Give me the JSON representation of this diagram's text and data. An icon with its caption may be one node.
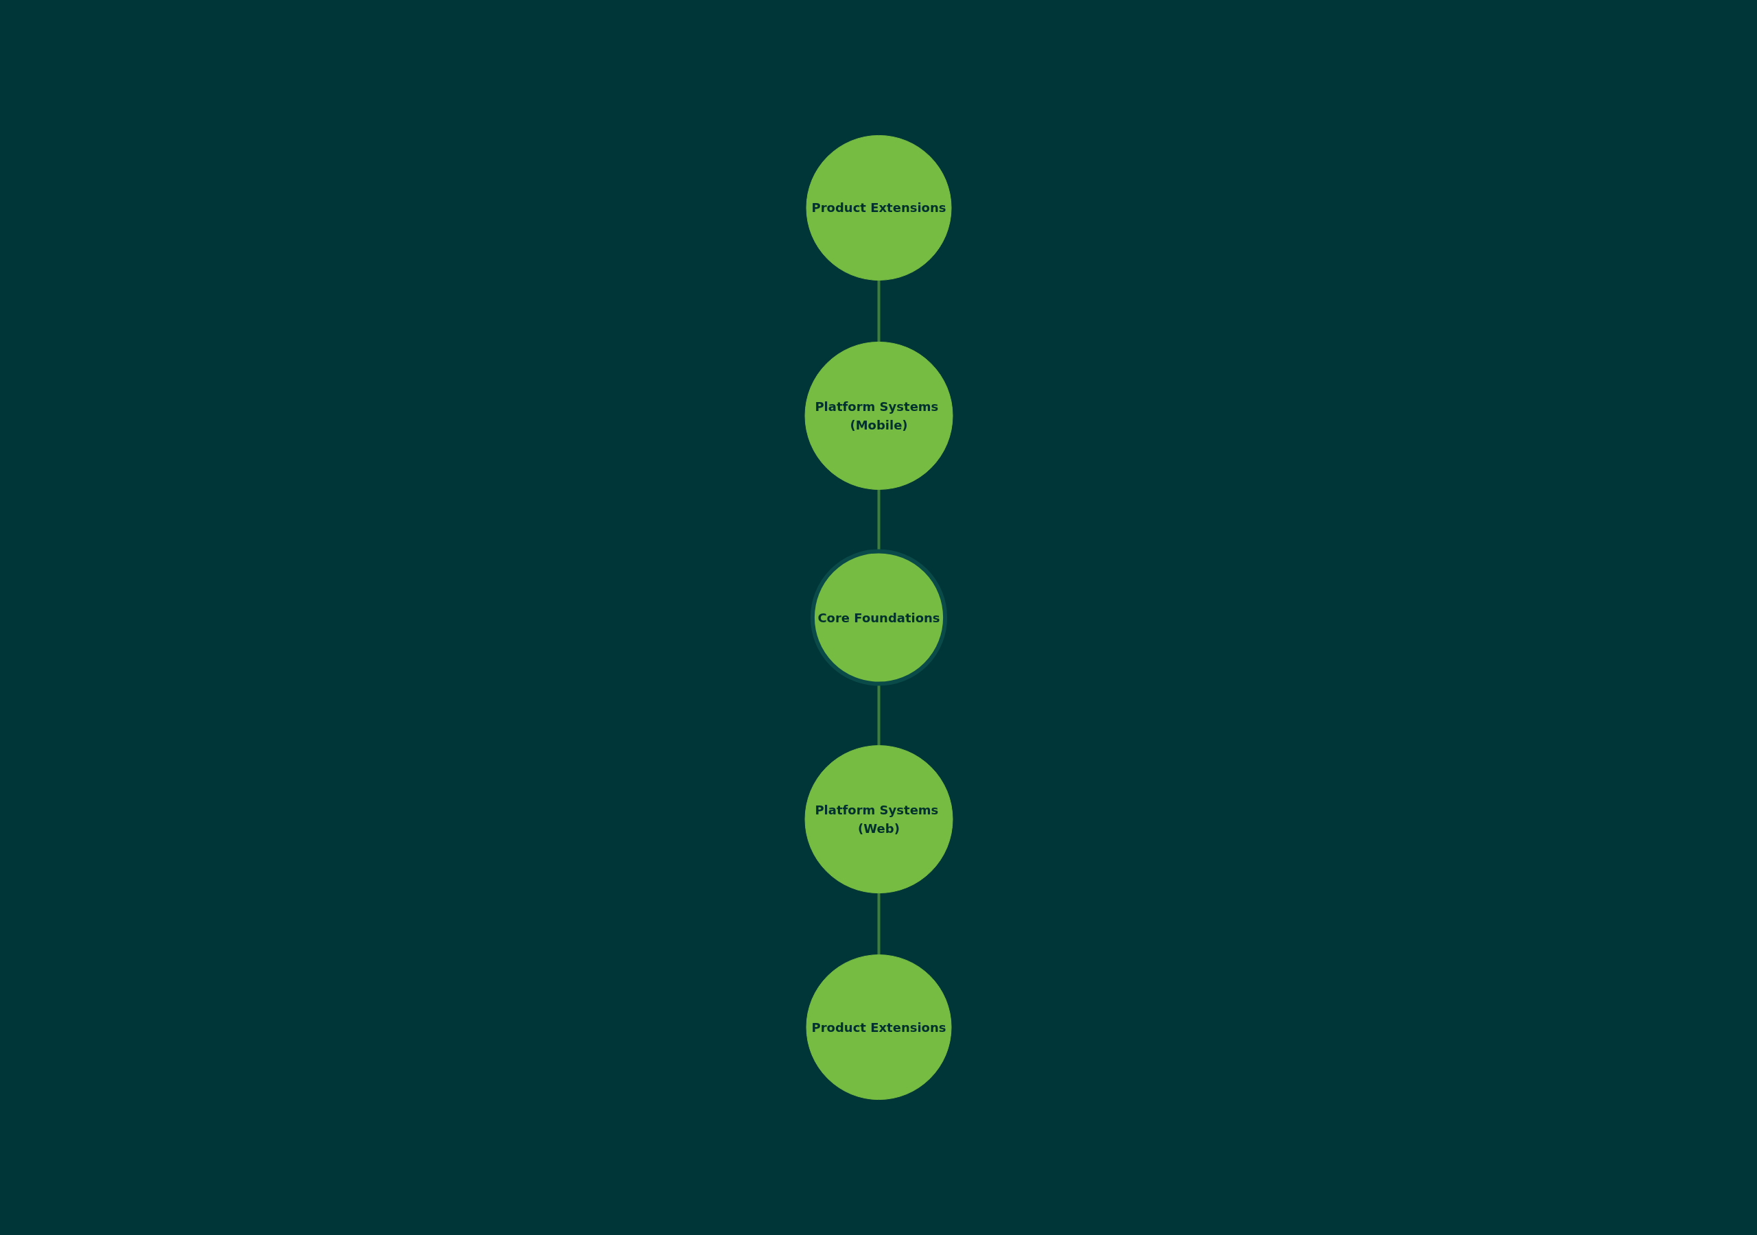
{
  "diagram": {
    "nodes": [
      {
        "text": [
          "Product Extensions"
        ]
      },
      {
        "text": [
          "Platform Systems (Mobile)"
        ]
      },
      {
        "text": [
          "Core Foundations"
        ]
      },
      {
        "text": [
          "Platform Systems (Web)"
        ]
      },
      {
        "text": [
          "Product Extensions"
        ]
      }
    ],
    "edges": [
      {
        "from": 0,
        "to": 1,
        "arrow": "none"
      },
      {
        "from": 1,
        "to": 2,
        "arrow": "none"
      },
      {
        "from": 2,
        "to": 3,
        "arrow": "none"
      },
      {
        "from": 3,
        "to": 4,
        "arrow": "none"
      }
    ]
  }
}
